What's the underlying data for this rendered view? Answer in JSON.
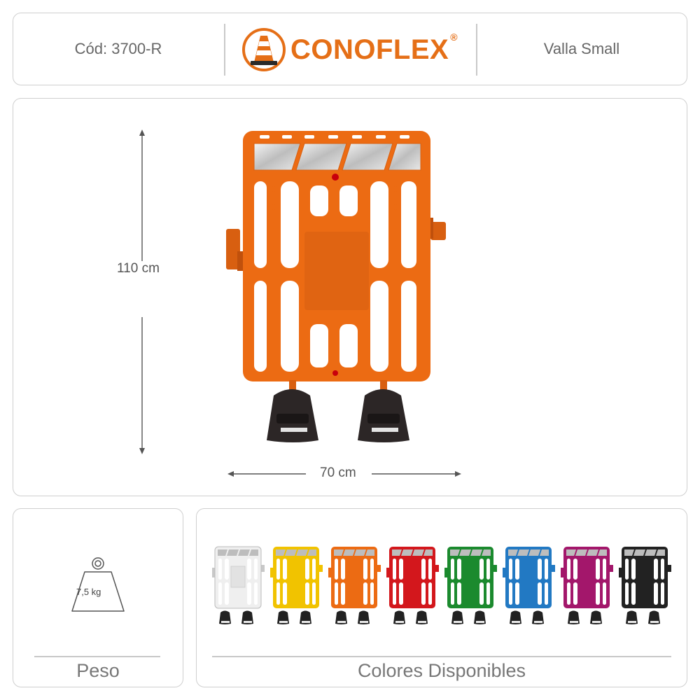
{
  "header": {
    "code": "Cód: 3700-R",
    "brand": "CONOFLEX",
    "brand_mark": "®",
    "product_name": "Valla Small"
  },
  "dimensions": {
    "height": "110 cm",
    "width": "70 cm"
  },
  "weight": {
    "value": "7,5 kg",
    "caption": "Peso",
    "icon": "weight-icon"
  },
  "colors": {
    "caption": "Colores Disponibles",
    "swatches": [
      "#efefef",
      "#f1c300",
      "#ec6b13",
      "#d3171c",
      "#1b8a2e",
      "#2279c3",
      "#a3176b",
      "#222222"
    ]
  },
  "theme": {
    "brand": "#e56f17",
    "barrier": "#ec6b13",
    "border": "#cfcfcf"
  }
}
